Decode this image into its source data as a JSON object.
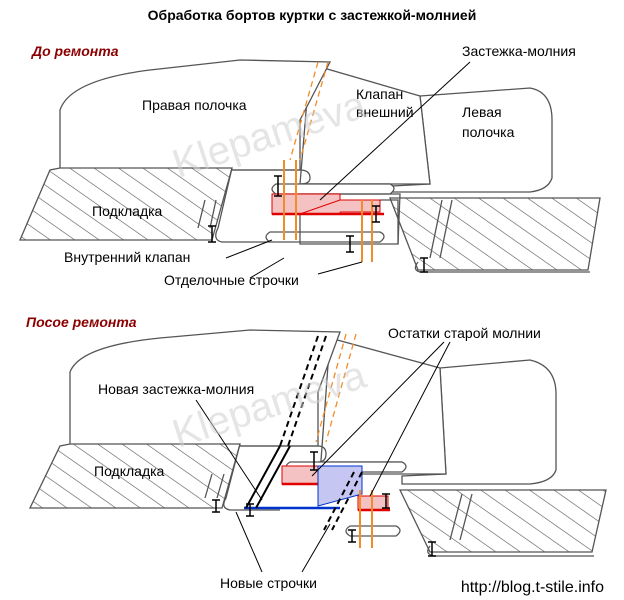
{
  "title": "Обработка бортов куртки с застежкой-молнией",
  "watermark": "Klepameva",
  "footer_url": "http://blog.t-stile.info",
  "colors": {
    "section_title": "#8b0000",
    "old_stitch": "#f28c28",
    "zipper_red": "#e00000",
    "zipper_fill": "#f4c2c2",
    "new_zipper_blue": "#0033cc",
    "new_zipper_fill": "#c6c6f2"
  },
  "before": {
    "heading": "До ремонта",
    "labels": {
      "right_front": "Правая полочка",
      "outer_flap_line1": "Клапан",
      "outer_flap_line2": "внешний",
      "left_front_line1": "Левая",
      "left_front_line2": "полочка",
      "zipper": "Застежка-молния",
      "lining": "Подкладка",
      "inner_flap": "Внутренний клапан",
      "topstitching": "Отделочные строчки"
    }
  },
  "after": {
    "heading": "Посое ремонта",
    "labels": {
      "old_zipper_remains": "Остатки старой молнии",
      "new_zipper": "Новая застежка-молния",
      "lining": "Подкладка",
      "new_stitching": "Новые строчки"
    }
  }
}
